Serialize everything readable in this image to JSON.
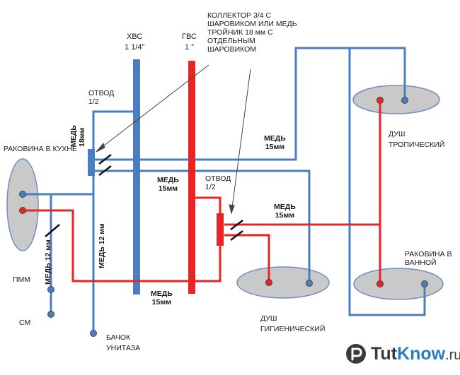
{
  "colors": {
    "cold": "#4a7ec0",
    "hot": "#e82424",
    "fixture_fill": "#c9c9c9",
    "fixture_stroke": "#6e8fbf",
    "text": "#1a1a1a",
    "arrow": "#444444"
  },
  "labels": {
    "cold_riser": "ХВС",
    "cold_riser_size": "1 1/4”",
    "hot_riser": "ГВС",
    "hot_riser_size": "1 ”",
    "collector_note": [
      "КОЛЛЕКТОР 3/4 С",
      "ШАРОВИКОМ ИЛИ МЕДЬ",
      "ТРОЙНИК 18 мм  С",
      "ОТДЕЛЬНЫМ",
      "ШАРОВИКОМ"
    ],
    "tap_left": [
      "ОТВОД",
      "1/2"
    ],
    "tap_right": [
      "ОТВОД",
      "1/2"
    ],
    "copper_18": [
      "МЕДЬ",
      "18мм"
    ],
    "copper_15_top": [
      "МЕДЬ",
      "15мм"
    ],
    "copper_15_mid": [
      "МЕДЬ",
      "15мм"
    ],
    "copper_15_right": [
      "МЕДЬ",
      "15мм"
    ],
    "copper_15_bottom": [
      "МЕДЬ",
      "15мм"
    ],
    "copper_12_left": "МЕДЬ 12 мм",
    "copper_12_center": "МЕДЬ 12 мм",
    "kitchen_sink": "РАКОВИНА В КУХНЕ",
    "dishwasher": "ПММ",
    "washer": "СМ",
    "toilet_tank": [
      "БАЧОК",
      "УНИТАЗА"
    ],
    "shower_tropical": [
      "ДУШ",
      "ТРОПИЧЕСКИЙ"
    ],
    "shower_hygienic": [
      "ДУШ",
      "ГИГИЕНИЧЕСКИЙ"
    ],
    "bath_sink": [
      "РАКОВИНА В",
      "ВАННОЙ"
    ]
  },
  "logo": {
    "part1": "Tut",
    "part2": "Know",
    "part3": ".ru"
  }
}
